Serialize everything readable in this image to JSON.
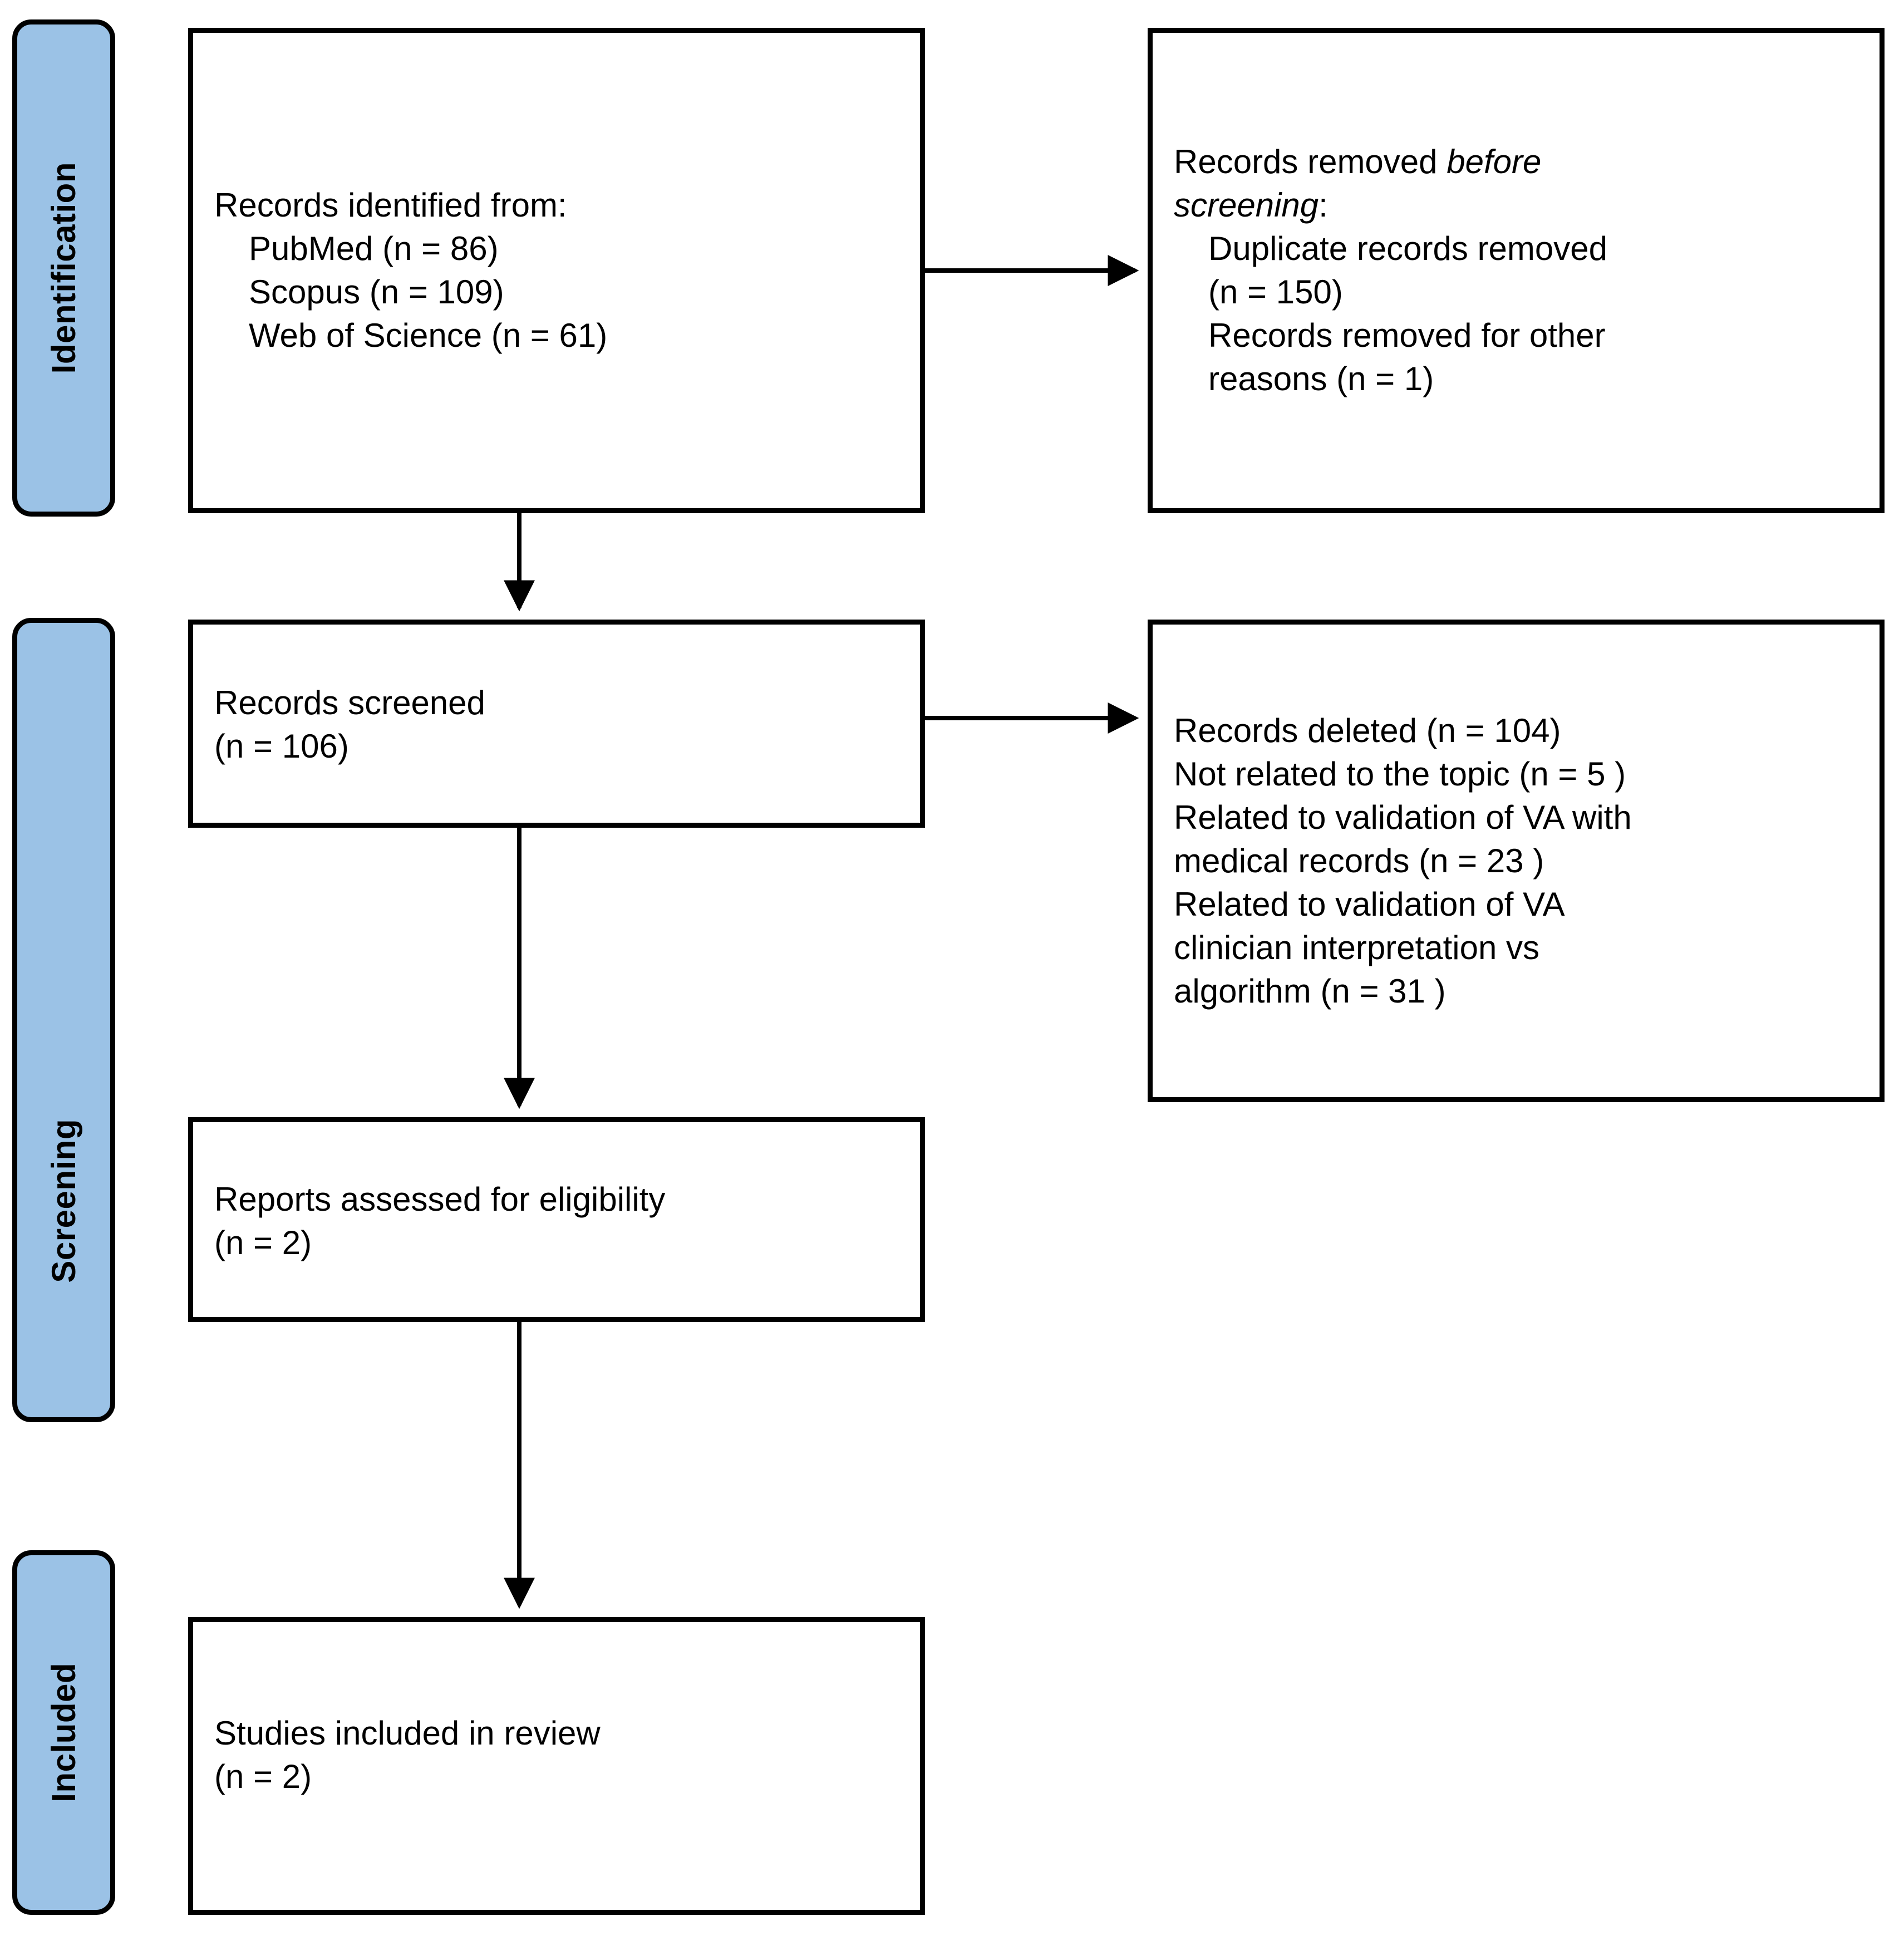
{
  "diagram": {
    "type": "prisma-flow-diagram",
    "accent_color": "#9BC2E6",
    "line_color": "#000000",
    "background_color": "#FFFFFF"
  },
  "phases": [
    {
      "id": "identification",
      "label": "Identification"
    },
    {
      "id": "screening",
      "label": "Screening"
    },
    {
      "id": "included",
      "label": "Included"
    }
  ],
  "boxes": {
    "records_identified": {
      "lines": [
        {
          "text": "Records identified from:",
          "indent": false
        },
        {
          "text": "PubMed (n = 86)",
          "indent": true
        },
        {
          "text": "Scopus (n = 109)",
          "indent": true
        },
        {
          "text": "Web of Science (n = 61)",
          "indent": true
        }
      ]
    },
    "records_removed_before_screening": {
      "lines": [
        {
          "text": "Records removed ",
          "indent": false,
          "italic_tail": "before"
        },
        {
          "text": "screening",
          "indent": false,
          "italic_lead": true,
          "tail": ":"
        },
        {
          "text": "Duplicate records removed",
          "indent": true
        },
        {
          "text": "(n = 150)",
          "indent": true
        },
        {
          "text": "Records removed for other",
          "indent": true
        },
        {
          "text": "reasons (n = 1)",
          "indent": true
        }
      ]
    },
    "records_screened": {
      "lines": [
        {
          "text": "Records screened",
          "indent": false
        },
        {
          "text": "(n = 106)",
          "indent": false
        }
      ]
    },
    "records_excluded": {
      "lines": [
        {
          "text": "Records deleted (n = 104)",
          "indent": false
        },
        {
          "text": "Not related to the topic (n = 5 )",
          "indent": false
        },
        {
          "text": "Related to validation of VA with",
          "indent": false
        },
        {
          "text": "medical records (n = 23 )",
          "indent": false
        },
        {
          "text": "Related to validation of VA",
          "indent": false
        },
        {
          "text": "clinician interpretation vs",
          "indent": false
        },
        {
          "text": "algorithm (n = 31 )",
          "indent": false
        }
      ]
    },
    "reports_assessed": {
      "lines": [
        {
          "text": "Reports assessed for eligibility",
          "indent": false
        },
        {
          "text": "(n = 2)",
          "indent": false
        }
      ]
    },
    "studies_included": {
      "lines": [
        {
          "text": "Studies included in review",
          "indent": false
        },
        {
          "text": "(n = 2)",
          "indent": false
        }
      ]
    }
  },
  "counts": {
    "pubmed": 86,
    "scopus": 109,
    "web_of_science": 61,
    "duplicates_removed": 150,
    "removed_other_reasons": 1,
    "records_screened": 106,
    "records_deleted": 104,
    "not_related_topic": 5,
    "validation_va_medical_records": 23,
    "validation_va_clinician_vs_algorithm": 31,
    "reports_assessed": 2,
    "studies_included": 2
  }
}
